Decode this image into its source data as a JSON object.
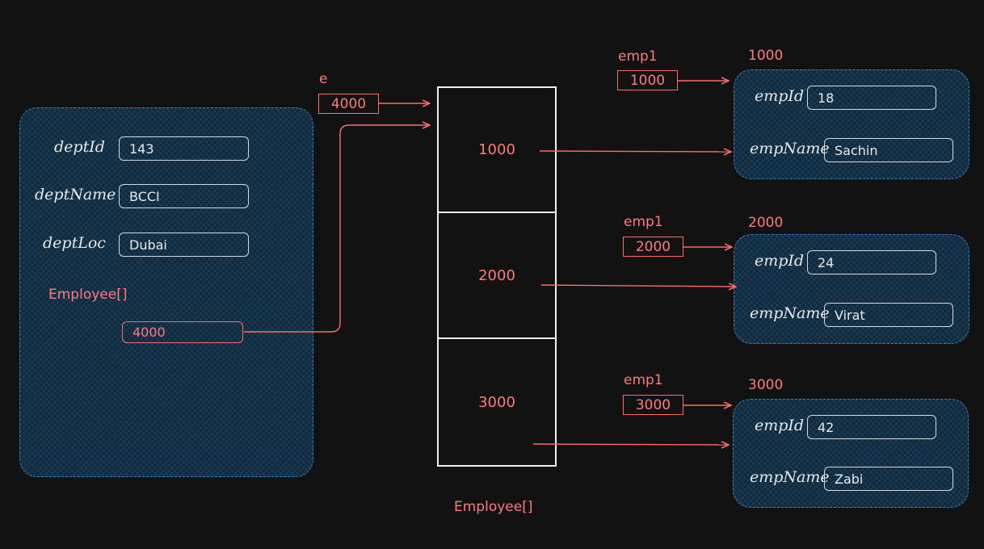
{
  "dept": {
    "fields": [
      {
        "label": "deptId",
        "value": "143"
      },
      {
        "label": "deptName",
        "value": "BCCI"
      },
      {
        "label": "deptLoc",
        "value": "Dubai"
      }
    ],
    "array_label": "Employee[]",
    "array_ref": "4000"
  },
  "ref_e": {
    "label": "e",
    "value": "4000"
  },
  "array": {
    "cells": [
      "1000",
      "2000",
      "3000"
    ],
    "label": "Employee[]"
  },
  "employees": [
    {
      "var": "emp1",
      "ref": "1000",
      "address": "1000",
      "empId_label": "empId",
      "empId": "18",
      "empName_label": "empName",
      "empName": "Sachin"
    },
    {
      "var": "emp1",
      "ref": "2000",
      "address": "2000",
      "empId_label": "empId",
      "empId": "24",
      "empName_label": "empName",
      "empName": "Virat"
    },
    {
      "var": "emp1",
      "ref": "3000",
      "address": "3000",
      "empId_label": "empId",
      "empId": "42",
      "empName_label": "empName",
      "empName": "Zabi"
    }
  ],
  "colors": {
    "accent": "#ff6b6b",
    "panel_border": "#3f80b8",
    "panel_fill": "#102a3e",
    "background": "#121212"
  }
}
